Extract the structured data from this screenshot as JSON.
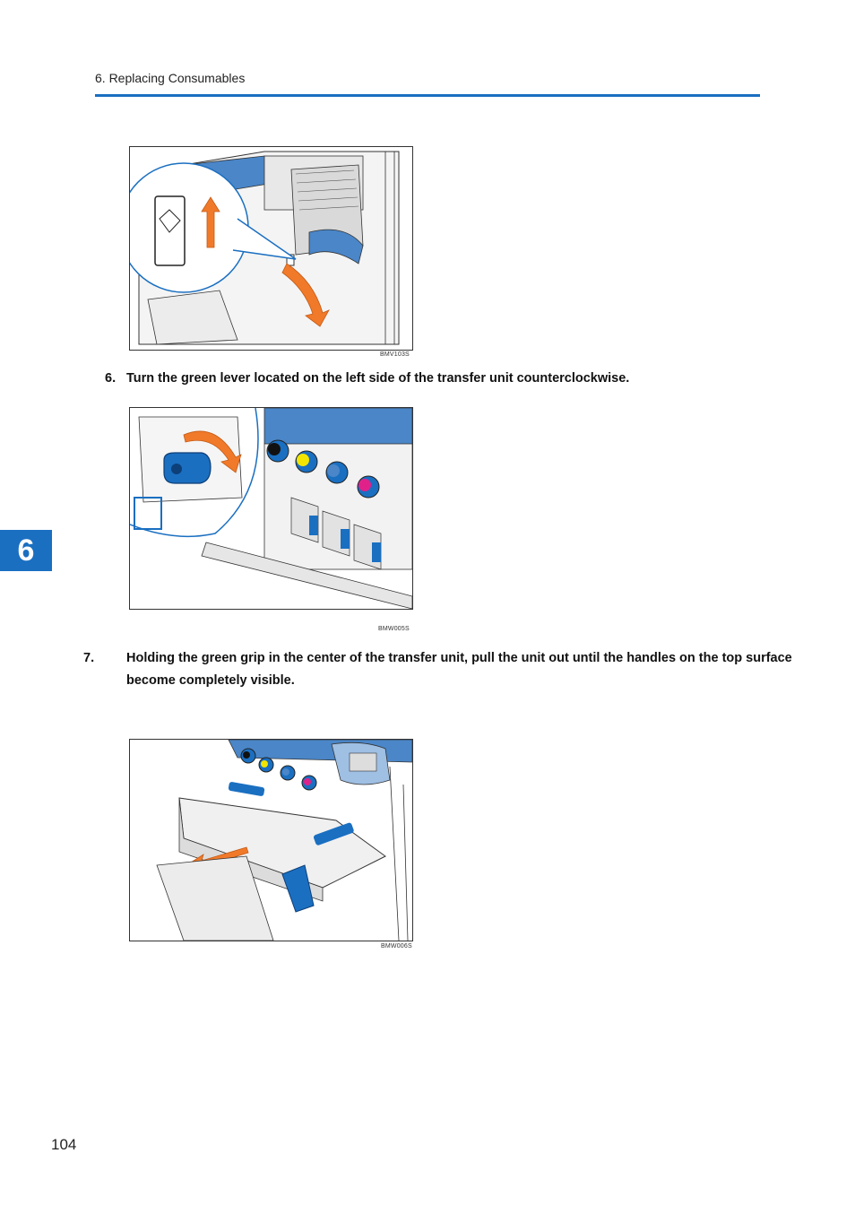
{
  "header": {
    "section": "6. Replacing Consumables"
  },
  "figures": [
    {
      "code": "BMV103S"
    },
    {
      "code": "BMW005S"
    },
    {
      "code": "BMW006S"
    }
  ],
  "steps": [
    {
      "number": "6.",
      "text": "Turn the green lever located on the left side of the transfer unit counterclockwise."
    },
    {
      "number": "7.",
      "text": "Holding the green grip in the center of the transfer unit, pull the unit out until the handles on the top surface become completely visible."
    }
  ],
  "chapter_tab": "6",
  "page_number": "104",
  "colors": {
    "accent": "#1a6fc1",
    "arrow": "#f07a2a",
    "toner_black": "#111111",
    "toner_yellow": "#f2e500",
    "toner_magenta": "#e0218a"
  }
}
